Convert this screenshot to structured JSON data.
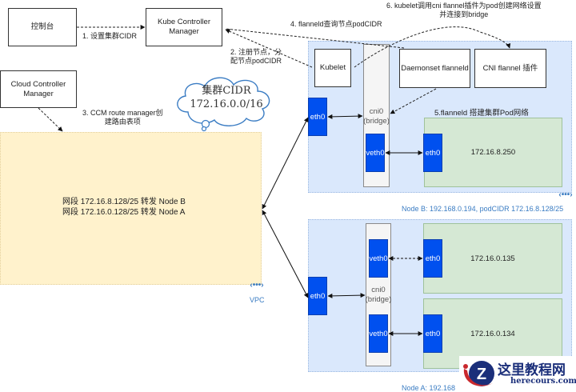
{
  "boxes": {
    "console": "控制台",
    "kube_controller_manager": "Kube Controller Manager",
    "cloud_controller_manager": "Cloud Controller Manager",
    "kubelet": "Kubelet",
    "daemonset_flanneld": "Daemonset flanneld",
    "cni_flannel_plugin": "CNI flannel 插件"
  },
  "steps": {
    "step1": "1. 设置集群CIDR",
    "step2_line1": "2. 注册节点，分",
    "step2_line2": "配节点podCIDR",
    "step3_line1": "3. CCM route manager创",
    "step3_line2": "建路由表项",
    "step4": "4. flanneld查询节点podCIDR",
    "step5": "5.flanneld 搭建集群Pod网络",
    "step6_line1": "6. kubelet调用cni flannel插件为pod创建网络设置",
    "step6_line2": "并连接到bridge"
  },
  "cloud": {
    "line1": "集群CIDR",
    "line2": "172.16.0.0/16"
  },
  "vpc": {
    "route1": "网段 172.16.8.128/25 转发 Node B",
    "route2": "网段 172.16.0.128/25 转发 Node A",
    "label": "VPC",
    "icon": "vpc-network-icon"
  },
  "node_b": {
    "label": "Node B: 192.168.0.194, podCIDR 172.16.8.128/25",
    "host_nic": "eth0",
    "bridge_line1": "cni0",
    "bridge_line2": "(bridge)",
    "veth": "veth0",
    "pods": [
      {
        "nic": "eth0",
        "ip": "172.16.8.250"
      }
    ]
  },
  "node_a": {
    "label": "Node A: 192.168",
    "host_nic": "eth0",
    "bridge_line1": "cni0",
    "bridge_line2": "(bridge)",
    "veths": [
      "veth0",
      "veth0"
    ],
    "pods": [
      {
        "nic": "eth0",
        "ip": "172.16.0.135"
      },
      {
        "nic": "eth0",
        "ip": "172.16.0.134"
      }
    ]
  },
  "watermark": {
    "title": "这里教程网",
    "url": "herecours.com",
    "logo_letter": "Z"
  },
  "colors": {
    "node_bg": "#dae8fc",
    "vpc_bg": "#fff2cc",
    "pod_bg": "#d5e8d4",
    "nic_blue": "#0050ef",
    "cloud_stroke": "#3a7cc3",
    "watermark_red": "#c9282d",
    "watermark_navy": "#1b2f7a"
  }
}
